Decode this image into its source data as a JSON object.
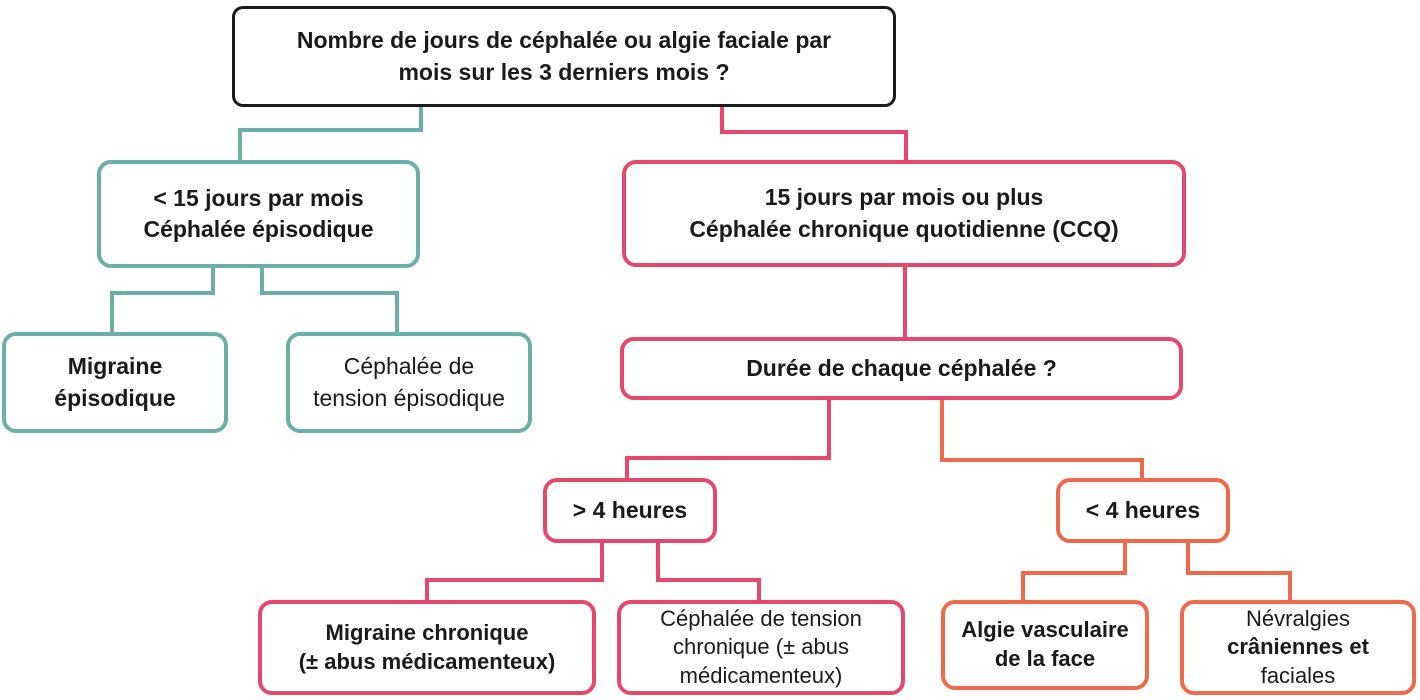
{
  "diagram": {
    "type": "flowchart",
    "language": "fr",
    "topic": "Classification des céphalées selon la fréquence et la durée",
    "colors": {
      "root_border": "#1a1a1a",
      "episodic_branch": "#6BAFA7",
      "chronic_branch": "#E5476D",
      "short_duration_branch": "#EF6A4C",
      "text": "#1a1a1a",
      "background": "#ffffff"
    },
    "nodes": {
      "root": {
        "lines": [
          "Nombre de jours de céphalée ou algie faciale par",
          "mois sur les 3 derniers mois ?"
        ]
      },
      "episodic": {
        "lines": [
          "< 15 jours par mois",
          "Céphalée épisodique"
        ]
      },
      "chronic": {
        "lines": [
          "15 jours par mois ou plus",
          "Céphalée chronique quotidienne (CCQ)"
        ]
      },
      "migraine_episodic": {
        "lines": [
          "Migraine",
          "épisodique"
        ]
      },
      "tension_episodic": {
        "lines": [
          "Céphalée de",
          "tension épisodique"
        ]
      },
      "duration": {
        "lines": [
          "Durée de chaque céphalée ?"
        ]
      },
      "over4h": {
        "lines": [
          "> 4 heures"
        ]
      },
      "under4h": {
        "lines": [
          "< 4 heures"
        ]
      },
      "migraine_chronic": {
        "lines": [
          "Migraine chronique",
          "(± abus médicamenteux)"
        ]
      },
      "tension_chronic": {
        "lines": [
          "Céphalée de tension",
          "chronique (± abus",
          "médicamenteux)"
        ]
      },
      "cluster": {
        "lines": [
          "Algie vasculaire",
          "de la face"
        ]
      },
      "neuralgia": {
        "lines": [
          "Névralgies",
          "crâniennes et",
          "faciales"
        ]
      }
    }
  }
}
